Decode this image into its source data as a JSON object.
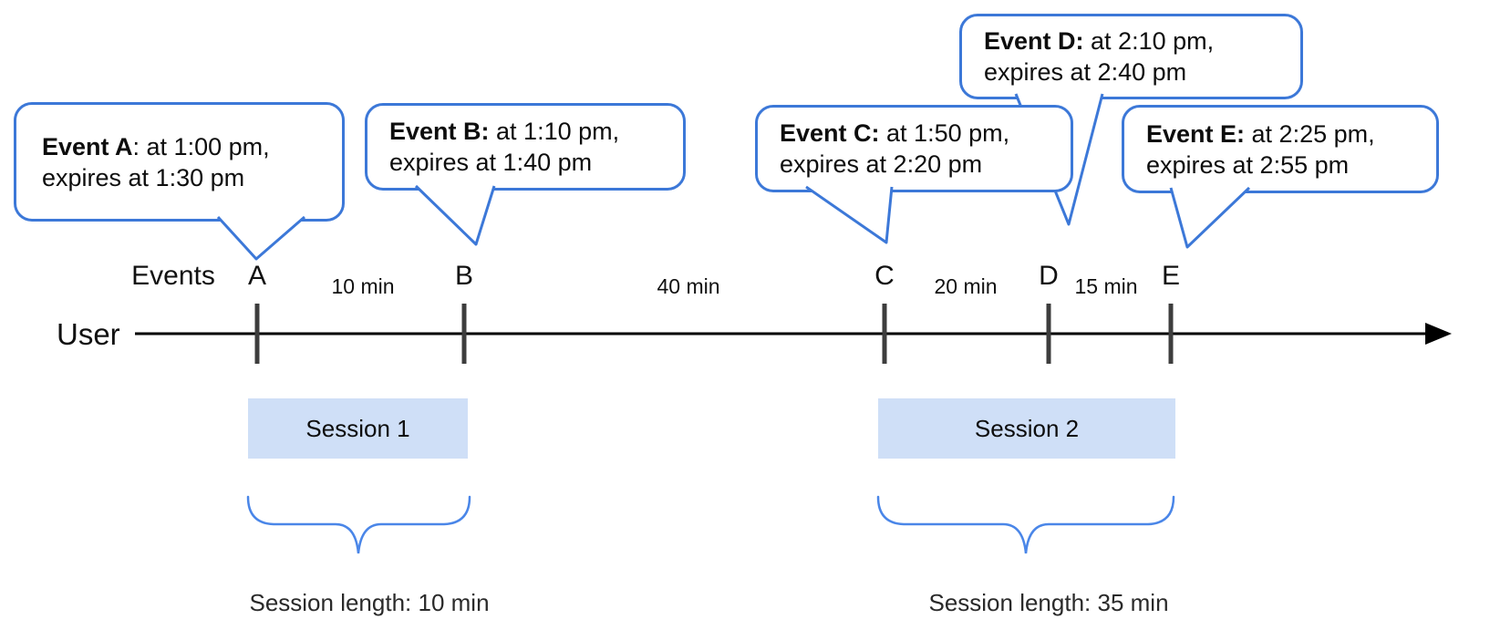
{
  "callouts": [
    {
      "event": "A",
      "title": "Event A",
      "rest": ": at 1:00 pm,",
      "line2": "expires at 1:30 pm"
    },
    {
      "event": "B",
      "title": "Event B:",
      "rest": " at 1:10 pm,",
      "line2": "expires at 1:40 pm"
    },
    {
      "event": "C",
      "title": "Event C:",
      "rest": " at 1:50 pm,",
      "line2": "expires at 2:20 pm"
    },
    {
      "event": "D",
      "title": "Event D:",
      "rest": " at 2:10 pm,",
      "line2": "expires at 2:40 pm"
    },
    {
      "event": "E",
      "title": "Event E:",
      "rest": " at 2:25 pm,",
      "line2": "expires at 2:55 pm"
    }
  ],
  "timeline": {
    "events_label": "Events",
    "user_label": "User",
    "markers": [
      "A",
      "B",
      "C",
      "D",
      "E"
    ],
    "intervals": [
      "10 min",
      "40 min",
      "20 min",
      "15 min"
    ]
  },
  "sessions": [
    {
      "label": "Session 1",
      "length": "Session length: 10 min"
    },
    {
      "label": "Session 2",
      "length": "Session length: 35 min"
    }
  ],
  "colors": {
    "accent_blue": "#3c78d8",
    "brace_blue": "#4a86e8",
    "session_fill": "#cfdff7",
    "tick_gray": "#3d3d3d",
    "line_black": "#000000"
  }
}
